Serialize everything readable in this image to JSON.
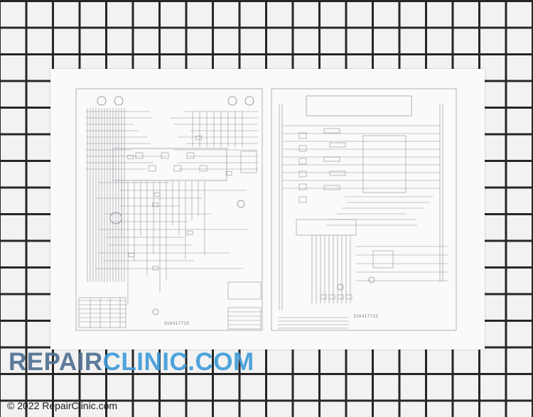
{
  "image": {
    "left_serial": "316417715",
    "right_serial": "316417715"
  },
  "branding": {
    "logo_part1": "REPAIR",
    "logo_part2": "CLINIC.COM",
    "copyright": "© 2022 RepairClinic.com",
    "colors": {
      "logo_part1": "#4d6f90",
      "logo_part2": "#3d9bd8",
      "grid": "#262626",
      "paper": "#fafafa"
    }
  }
}
